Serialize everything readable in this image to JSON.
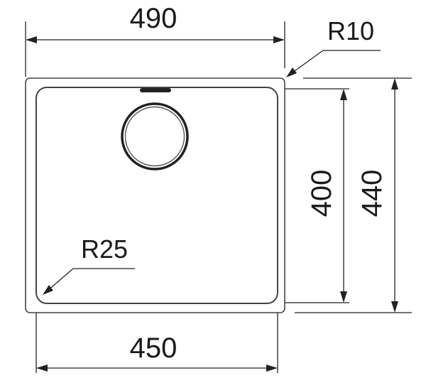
{
  "drawing": {
    "overall_width": "490",
    "bowl_width": "450",
    "overall_depth": "440",
    "bowl_depth": "400",
    "corner_outer_radius": "R10",
    "corner_inner_radius": "R25"
  }
}
